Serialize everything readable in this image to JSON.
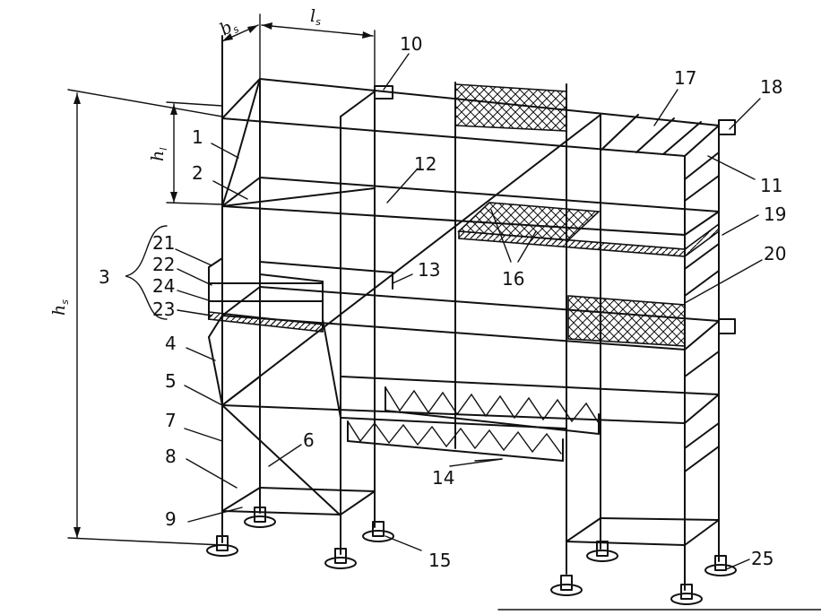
{
  "dimensions": {
    "bs": {
      "symbol": "b",
      "sub": "s"
    },
    "ls": {
      "symbol": "l",
      "sub": "s"
    },
    "hl": {
      "symbol": "h",
      "sub": "l"
    },
    "hs": {
      "symbol": "h",
      "sub": "s"
    }
  },
  "labels": {
    "n1": "1",
    "n2": "2",
    "n3": "3",
    "n4": "4",
    "n5": "5",
    "n6": "6",
    "n7": "7",
    "n8": "8",
    "n9": "9",
    "n10": "10",
    "n11": "11",
    "n12": "12",
    "n13": "13",
    "n14": "14",
    "n15": "15",
    "n16": "16",
    "n17": "17",
    "n18": "18",
    "n19": "19",
    "n20": "20",
    "n21": "21",
    "n22": "22",
    "n23": "23",
    "n24": "24",
    "n25": "25"
  }
}
